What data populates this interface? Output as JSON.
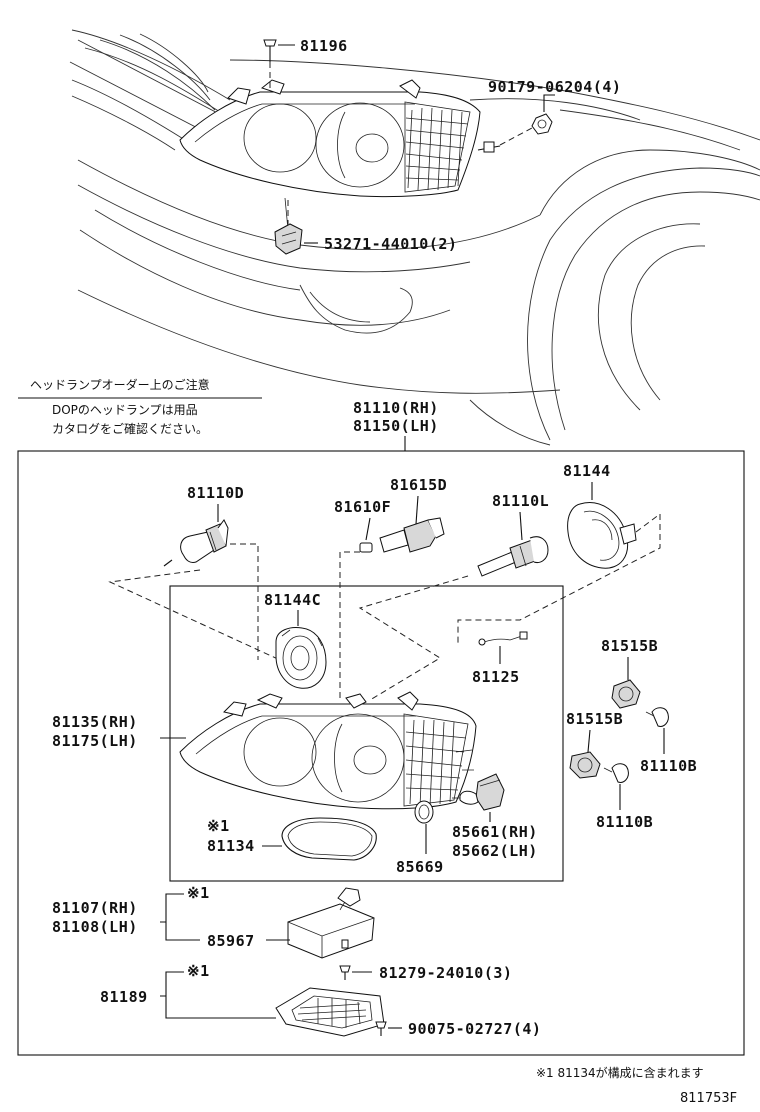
{
  "notice": {
    "title": "ヘッドランプオーダー上のご注意",
    "line1": "DOPのヘッドランプは用品",
    "line2": "カタログをご確認ください。"
  },
  "labels": {
    "p81196": "81196",
    "p90179": "90179-06204(4)",
    "p53271": "53271-44010(2)",
    "p81110rh": "81110(RH)",
    "p81150lh": "81150(LH)",
    "p81110d": "81110D",
    "p81610f": "81610F",
    "p81615d": "81615D",
    "p81110l": "81110L",
    "p81144": "81144",
    "p81144c": "81144C",
    "p81125": "81125",
    "p81135rh": "81135(RH)",
    "p81175lh": "81175(LH)",
    "p81515b_1": "81515B",
    "p81515b_2": "81515B",
    "p81110b_1": "81110B",
    "p81110b_2": "81110B",
    "p81134_mark": "※1",
    "p81134": "81134",
    "p85669": "85669",
    "p85661rh": "85661(RH)",
    "p85662lh": "85662(LH)",
    "p81107rh": "81107(RH)",
    "p81108lh": "81108(LH)",
    "p81107_mark": "※1",
    "p85967": "85967",
    "p81279": "81279-24010(3)",
    "p81189_mark": "※1",
    "p81189": "81189",
    "p90075": "90075-02727(4)"
  },
  "footnote": "※1 81134が構成に含まれます",
  "diagram_id": "811753F"
}
